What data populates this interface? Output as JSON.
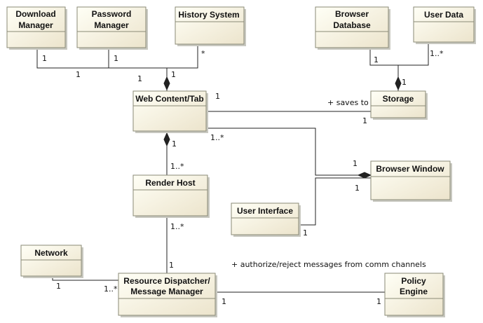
{
  "classes": {
    "download_manager": [
      "Download",
      "Manager"
    ],
    "password_manager": [
      "Password",
      "Manager"
    ],
    "history_system": [
      "History System"
    ],
    "browser_database": [
      "Browser",
      "Database"
    ],
    "user_data": [
      "User Data"
    ],
    "web_content_tab": [
      "Web Content/Tab"
    ],
    "storage": [
      "Storage"
    ],
    "browser_window": [
      "Browser Window"
    ],
    "render_host": [
      "Render Host"
    ],
    "user_interface": [
      "User Interface"
    ],
    "network": [
      "Network"
    ],
    "resource_dispatcher": [
      "Resource Dispatcher/",
      "Message Manager"
    ],
    "policy_engine": [
      "Policy",
      "Engine"
    ]
  },
  "associations": {
    "saves_to": "+ saves to",
    "authorize": "+ authorize/reject messages from comm channels"
  },
  "multiplicities": {
    "download_manager": "1",
    "password_manager": "1",
    "history_system": "*",
    "tab_from_dm": "1",
    "tab_from_pm": "1",
    "tab_from_hs": "1",
    "browser_database": "1",
    "user_data": "1..*",
    "storage_top": "1",
    "tab_storage": "1",
    "storage_left": "1",
    "tab_window": "1..*",
    "window_from_tab": "1",
    "window_from_ui": "1",
    "user_interface": "1",
    "tab_bottom": "1",
    "render_host_top": "1..*",
    "render_host_bottom": "1..*",
    "dispatcher_top": "1",
    "network": "1",
    "dispatcher_left": "1..*",
    "dispatcher_right": "1",
    "policy_engine": "1"
  }
}
